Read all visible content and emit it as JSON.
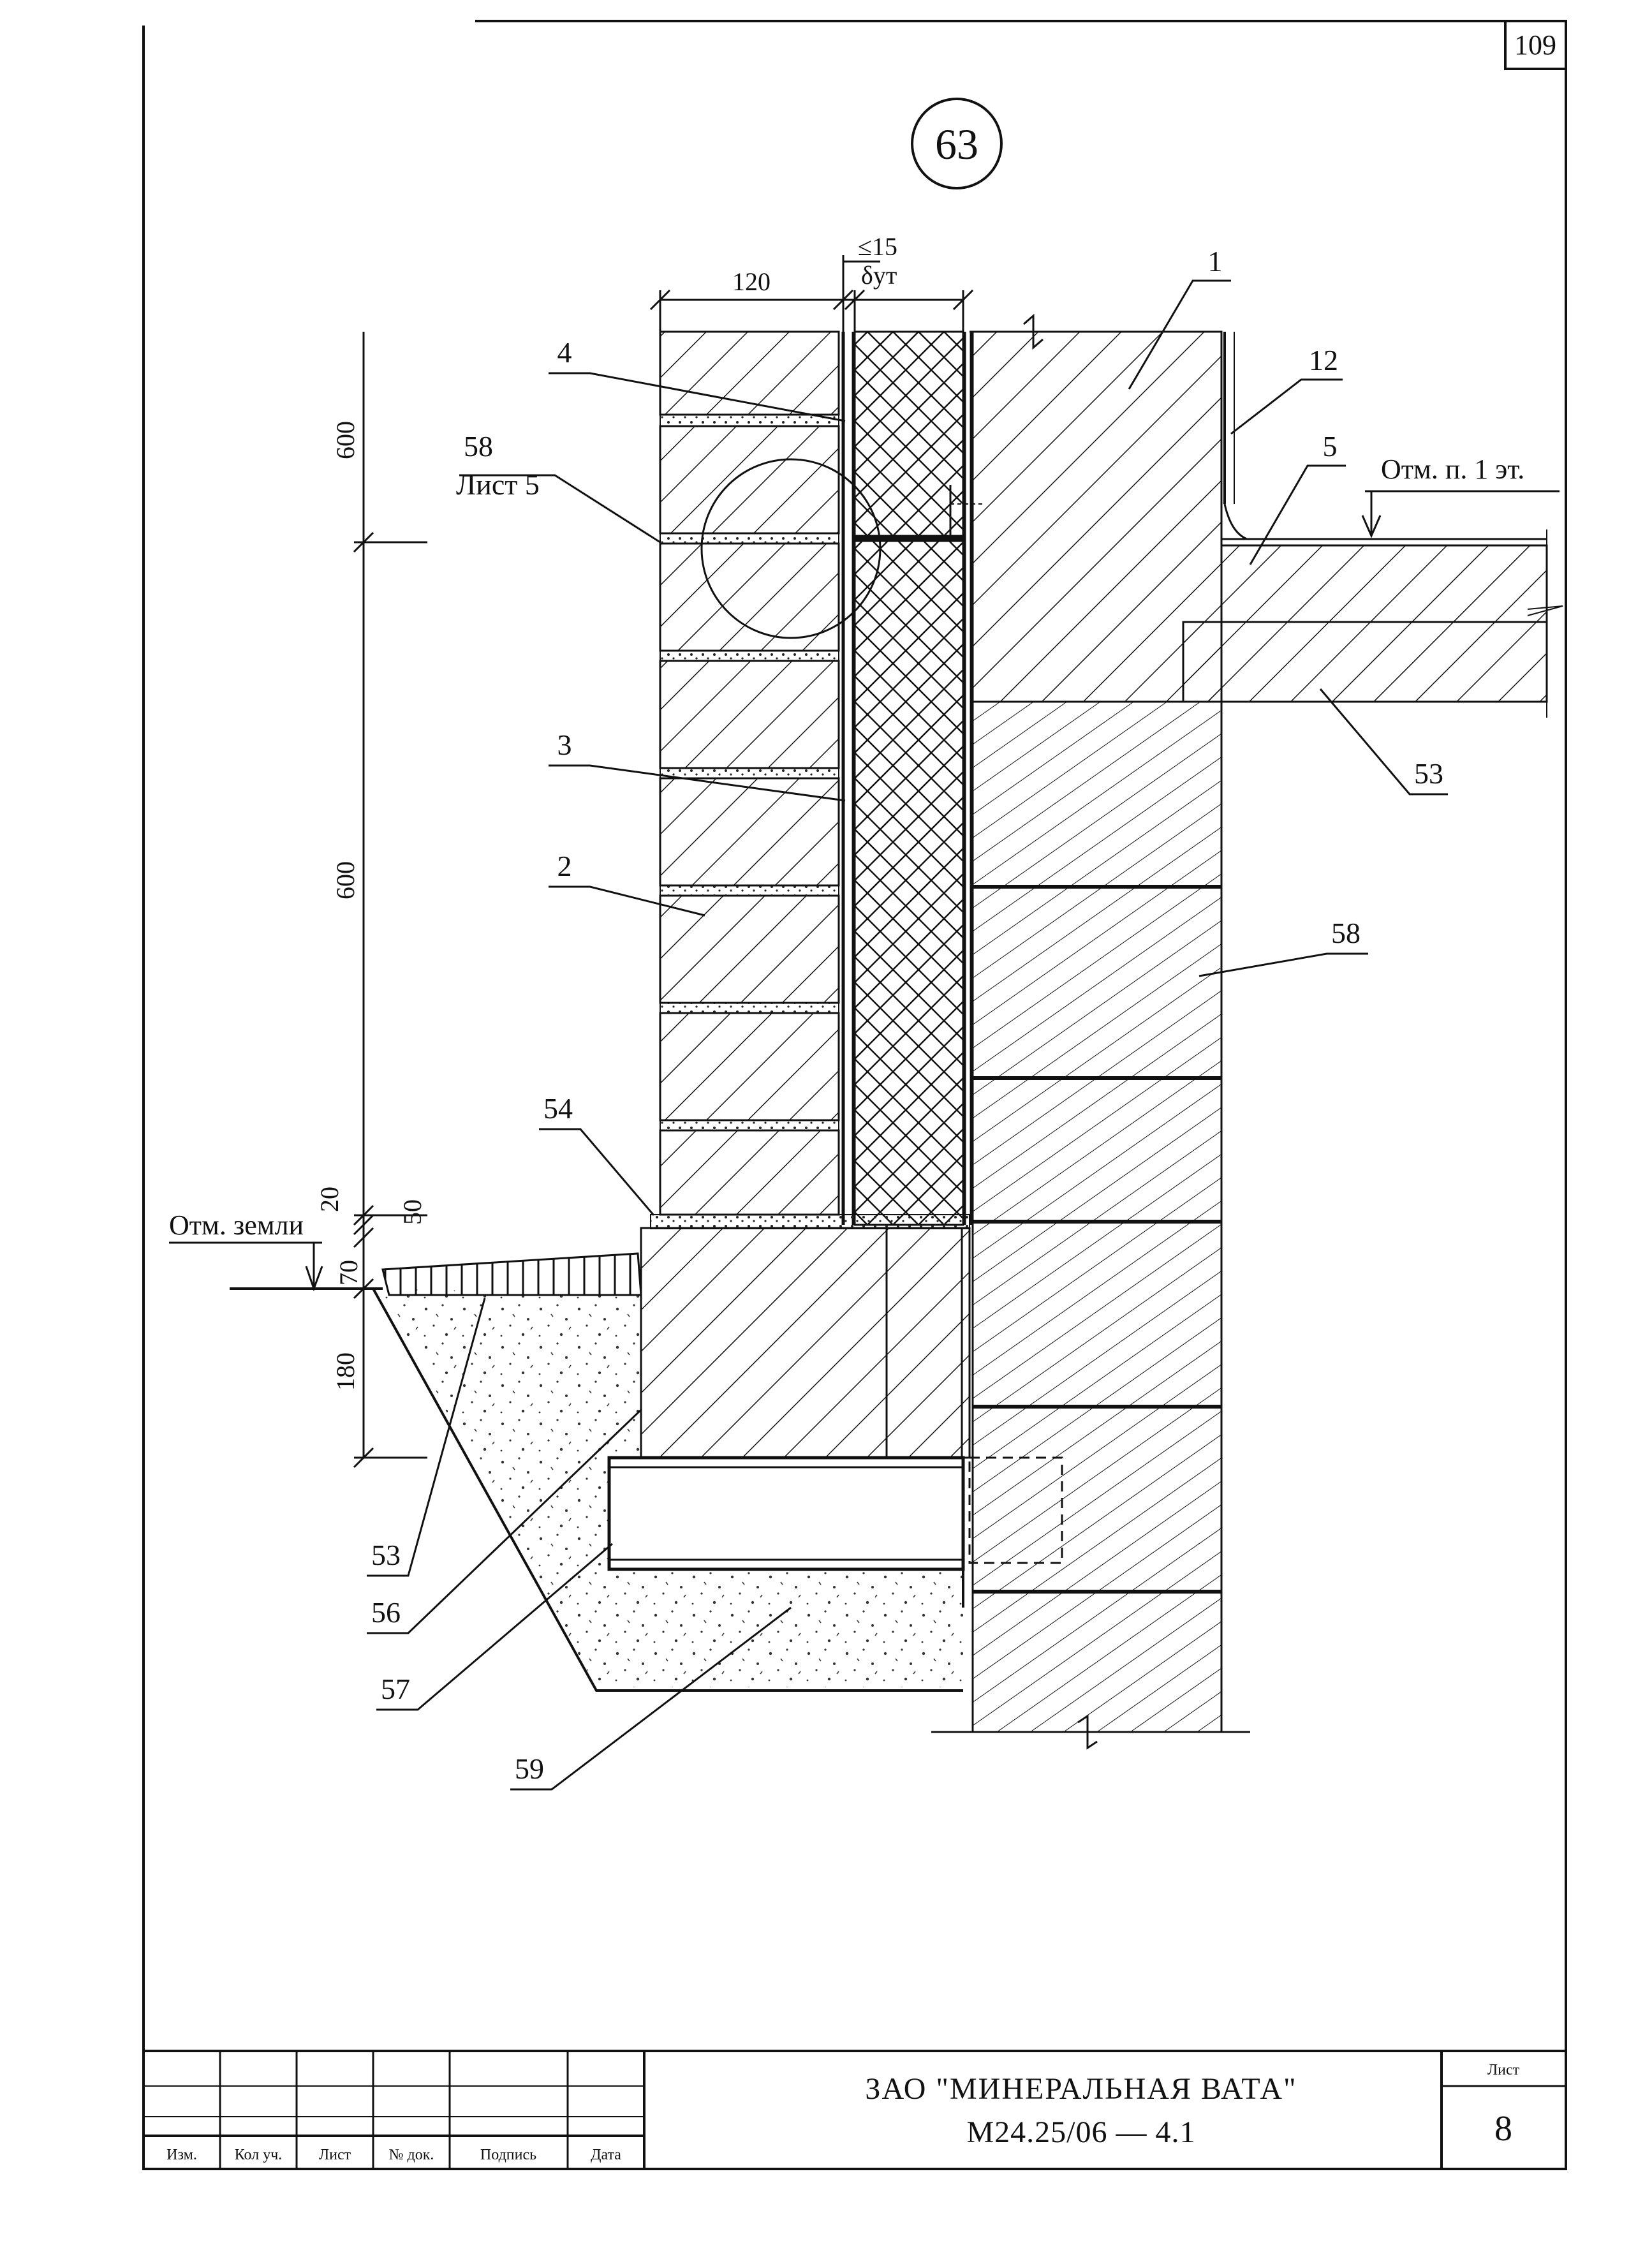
{
  "sheet": {
    "page_number": "109",
    "detail_number": "63",
    "callouts": [
      "1",
      "12",
      "5",
      "4",
      "58",
      "3",
      "2",
      "54",
      "53",
      "56",
      "57",
      "59",
      "58",
      "53"
    ],
    "sheet_ref_label": "Лист 5",
    "ground_level_label": "Отм. земли",
    "floor_level_label": "Отм. п. 1 эт.",
    "dimensions": {
      "brick_width": "120",
      "gap_max": "≤15",
      "insulation_thickness": "δут",
      "upper_height": "600",
      "lower_height": "600",
      "d20": "20",
      "d50": "50",
      "d70": "70",
      "d180": "180"
    }
  },
  "title_block": {
    "columns": [
      "Изм.",
      "Кол уч.",
      "Лист",
      "№ док.",
      "Подпись",
      "Дата"
    ],
    "organization": "ЗАО \"МИНЕРАЛЬНАЯ ВАТА\"",
    "document_code": "М24.25/06  —  4.1",
    "sheet_label": "Лист",
    "sheet_number": "8"
  }
}
